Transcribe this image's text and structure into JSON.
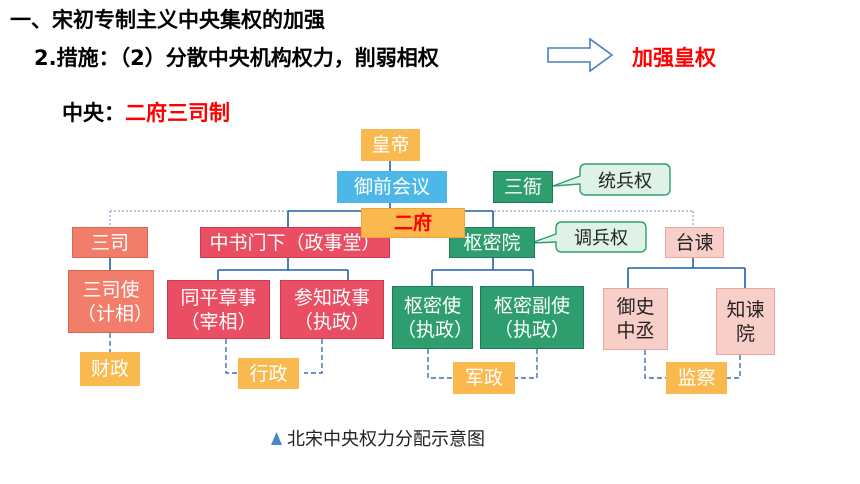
{
  "heading": {
    "line1": "一、宋初专制主义中央集权的加强",
    "line2": "2.措施：（2）分散中央机构权力，削弱相权",
    "result": "加强皇权",
    "line3_prefix": "中央：",
    "line3_highlight": "二府三司制"
  },
  "diagram": {
    "emperor": "皇帝",
    "council": "御前会议",
    "sanya": "三衙",
    "sanya_callout": "统兵权",
    "erfu": "二府",
    "sansi": "三司",
    "zhongshu": "中书门下（政事堂）",
    "shumiyuan": "枢密院",
    "shumi_callout": "调兵权",
    "taijian": "台谏",
    "sansishi": "三司使（计相）",
    "tongping": "同平章事（宰相）",
    "canzhi": "参知政事（执政）",
    "shumishi": "枢密使（执政）",
    "shumifushi": "枢密副使（执政）",
    "yushi": "御史中丞",
    "zhijian": "知谏院",
    "caizheng": "财政",
    "xingzheng": "行政",
    "junzheng": "军政",
    "jiancha": "监察"
  },
  "caption": "北宋中央权力分配示意图",
  "colors": {
    "accent_red": "#ff0000",
    "line_blue": "#1f5fa8"
  }
}
